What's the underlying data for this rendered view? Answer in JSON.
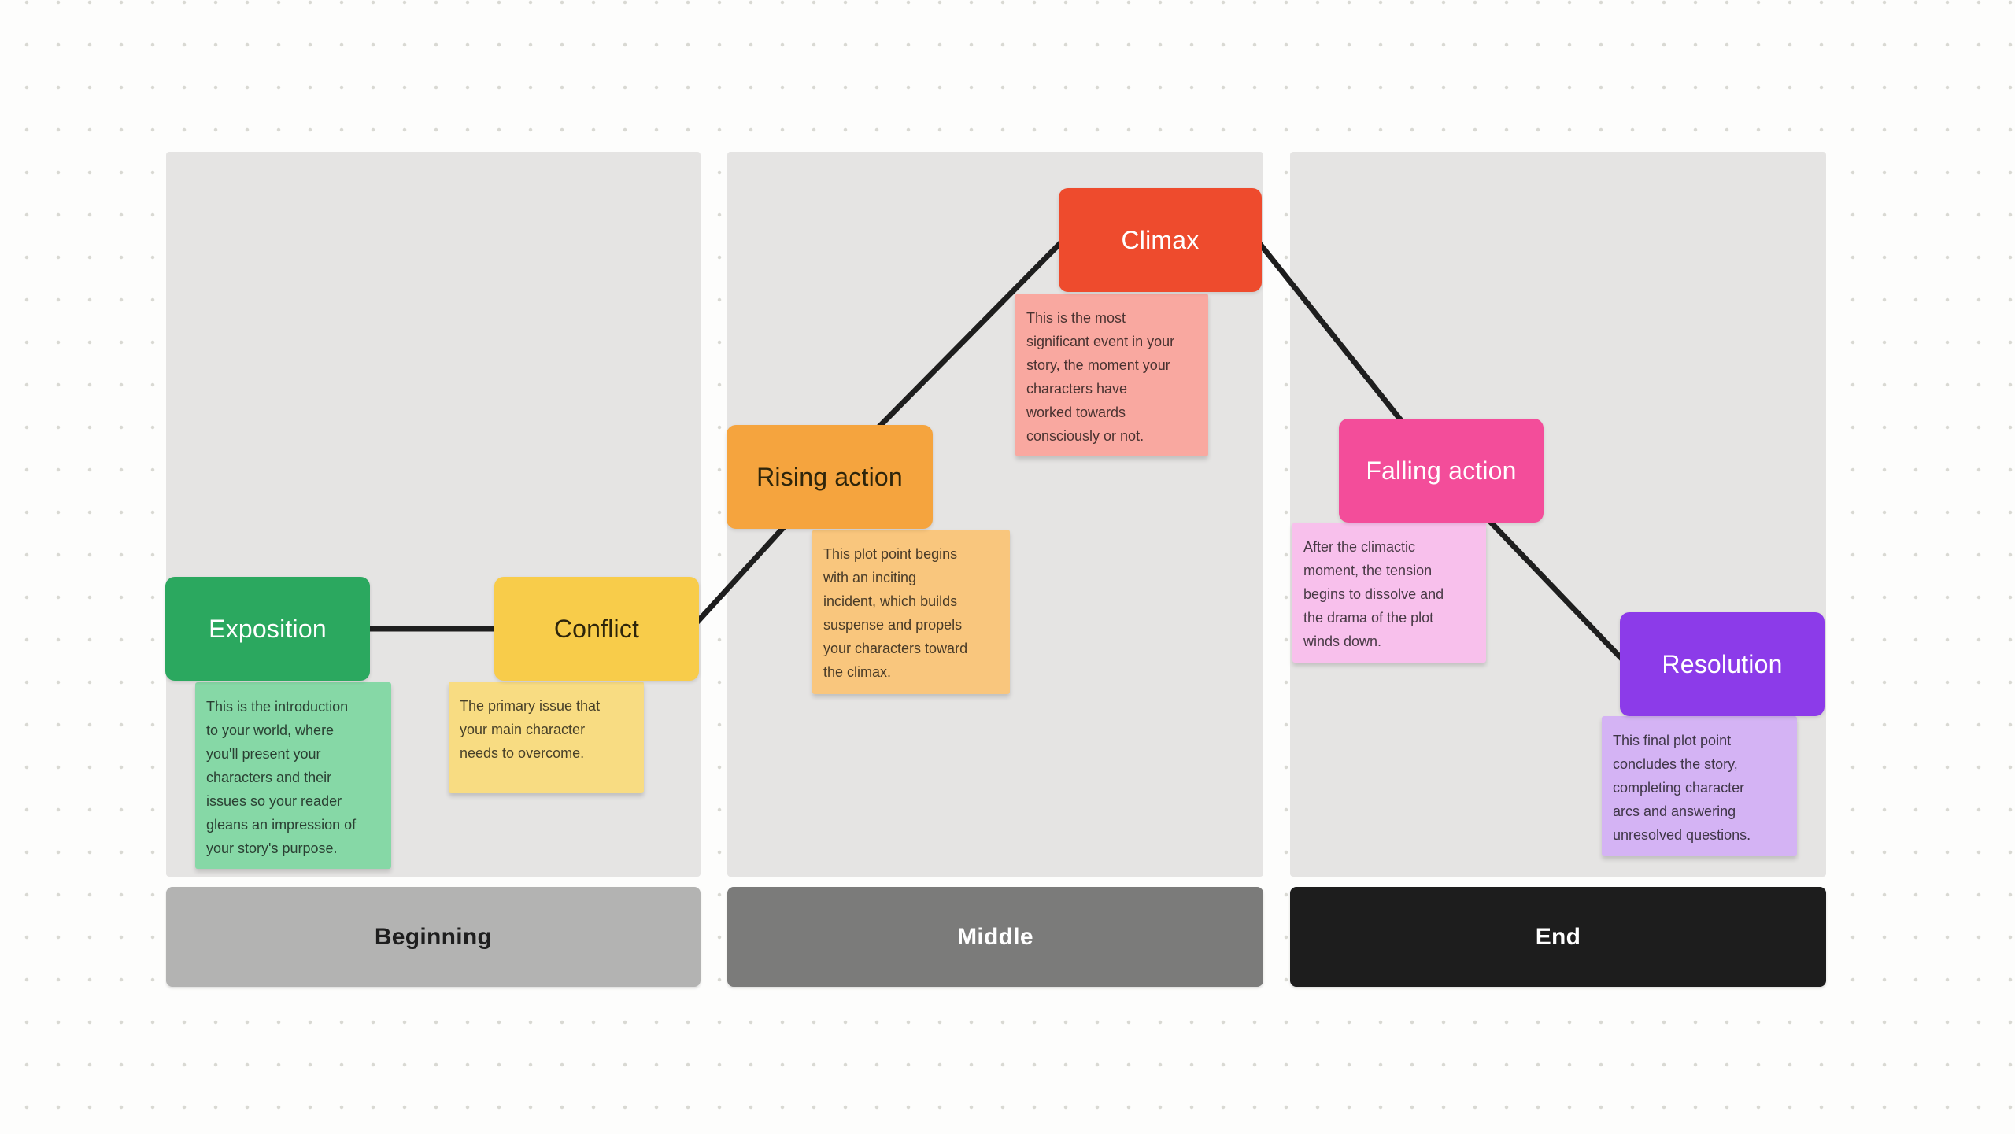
{
  "canvas": {
    "background": "#FDFDFC",
    "panel_color": "#E5E4E3",
    "dot_color": "#D9D9D3",
    "connector_color": "#1E1E1E"
  },
  "sections": [
    {
      "label": "Beginning",
      "bar_color": "#B3B3B2",
      "label_color": "#1E1E1E"
    },
    {
      "label": "Middle",
      "bar_color": "#7B7B7A",
      "label_color": "#FFFFFF"
    },
    {
      "label": "End",
      "bar_color": "#1D1D1D",
      "label_color": "#FFFFFF"
    }
  ],
  "nodes": [
    {
      "id": "exposition",
      "label": "Exposition",
      "color": "#2BA85F",
      "label_color": "#FFFFFF",
      "note_color": "#86D8A6",
      "note_text": "This is the introduction\nto your world, where\nyou'll present your\ncharacters and their\nissues so your reader\ngleans an impression of\nyour story's purpose."
    },
    {
      "id": "conflict",
      "label": "Conflict",
      "color": "#F8CC4A",
      "label_color": "#2E250B",
      "note_color": "#F8DC82",
      "note_text": "The primary issue that\nyour main character\nneeds to overcome."
    },
    {
      "id": "rising-action",
      "label": "Rising action",
      "color": "#F5A43E",
      "label_color": "#2E250B",
      "note_color": "#F9C67D",
      "note_text": "This plot point begins\nwith an inciting\nincident, which builds\nsuspense and propels\nyour characters toward\nthe climax."
    },
    {
      "id": "climax",
      "label": "Climax",
      "color": "#EE4B2D",
      "label_color": "#FFFFFF",
      "note_color": "#F9A8A0",
      "note_text": "This is the most\nsignificant event in your\nstory, the moment your\ncharacters have\nworked towards\nconsciously or not."
    },
    {
      "id": "falling-action",
      "label": "Falling action",
      "color": "#F34D9A",
      "label_color": "#FFFFFF",
      "note_color": "#F8C0EC",
      "note_text": "After the climactic\nmoment, the tension\nbegins to dissolve and\nthe drama of the plot\nwinds down."
    },
    {
      "id": "resolution",
      "label": "Resolution",
      "color": "#8C3BE9",
      "label_color": "#FFFFFF",
      "note_color": "#D4B3F4",
      "note_text": "This final plot point\nconcludes the story,\ncompleting character\narcs and answering\nunresolved questions."
    }
  ]
}
